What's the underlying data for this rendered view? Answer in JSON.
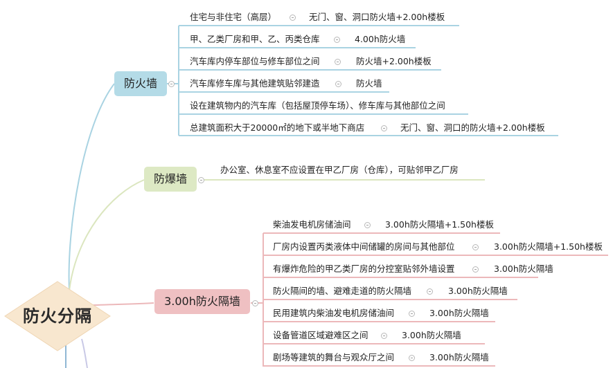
{
  "root": {
    "label": "防火分隔"
  },
  "branches": [
    {
      "label": "防火墙",
      "color": "#b4dbe7",
      "items": [
        {
          "text": "住宅与非住宅（高层）",
          "value": "无门、窗、洞口防火墙+2.00h楼板"
        },
        {
          "text": "甲、乙类厂房和甲、乙、丙类仓库",
          "value": "4.00h防火墙"
        },
        {
          "text": "汽车库内停车部位与修车部位之间",
          "value": "防火墙+2.00h楼板"
        },
        {
          "text": "汽车库修车库与其他建筑贴邻建造",
          "value": "防火墙"
        },
        {
          "text": "设在建筑物内的汽车库（包括屋顶停车场）、修车库与其他部位之间",
          "value": ""
        },
        {
          "text": "总建筑面积大于20000㎡的地下或半地下商店",
          "value": "无门、窗、洞口的防火墙+2.00h楼板"
        }
      ]
    },
    {
      "label": "防爆墙",
      "color": "#dde9c4",
      "items": [
        {
          "text": "办公室、休息室不应设置在甲乙厂房（仓库），可贴邻甲乙厂房",
          "value": ""
        }
      ]
    },
    {
      "label": "3.00h防火隔墙",
      "color": "#efc0c2",
      "items": [
        {
          "text": "柴油发电机房储油间",
          "value": "3.00h防火隔墙+1.50h楼板"
        },
        {
          "text": "厂房内设置丙类液体中间储罐的房间与其他部位",
          "value": "3.00h防火隔墙+1.50h楼板"
        },
        {
          "text": "有爆炸危险的甲乙类厂房的分控室贴邻外墙设置",
          "value": "3.00h防火隔墙"
        },
        {
          "text": "防火隔间的墙、避难走道的防火隔墙",
          "value": "3.00h防火隔墙"
        },
        {
          "text": "民用建筑内柴油发电机房储油间",
          "value": "3.00h防火隔墙"
        },
        {
          "text": "设备管道区域避难区之间",
          "value": "3.00h防火隔墙"
        },
        {
          "text": "剧场等建筑的舞台与观众厅之间",
          "value": "3.00h防火隔墙"
        }
      ]
    }
  ]
}
